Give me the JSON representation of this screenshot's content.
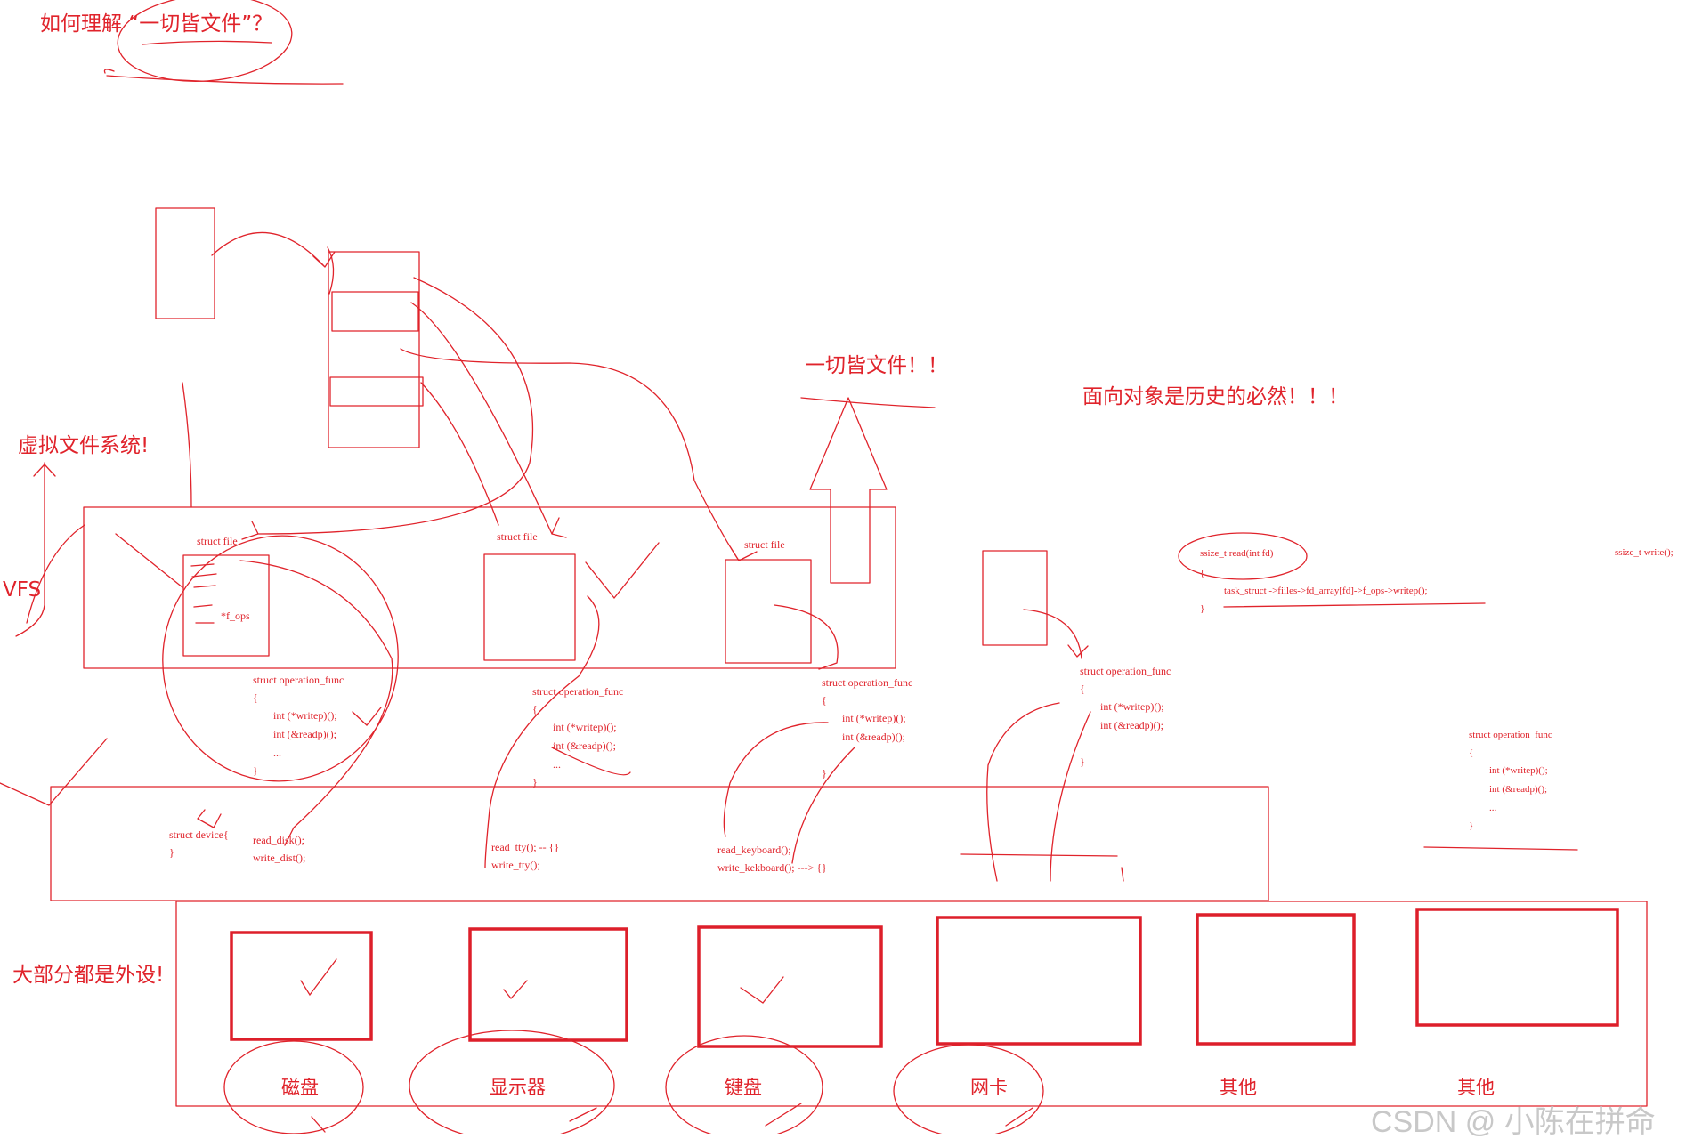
{
  "title": "如何理解 “一切皆文件”？",
  "labels": {
    "vfs_cn": "虚拟文件系统!",
    "vfs": "VFS",
    "everything_file": "一切皆文件！！",
    "oop": "面向对象是历史的必然！！！",
    "peripherals": "大部分都是外设!"
  },
  "struct_file": [
    "struct file",
    "struct file",
    "struct file"
  ],
  "f_ops": "*f_ops",
  "op_blocks": [
    {
      "head": "struct operation_func",
      "open": "{",
      "line1": "int (*writep)();",
      "line2": "int (&readp)();",
      "dots": "...",
      "close": "}"
    },
    {
      "head": "struct operation_func",
      "open": "{",
      "line1": "int (*writep)();",
      "line2": "int (&readp)();",
      "dots": "...",
      "close": "}"
    },
    {
      "head": "struct operation_func",
      "open": "{",
      "line1": "int (*writep)();",
      "line2": "int (&readp)();",
      "dots": "",
      "close": "}"
    },
    {
      "head": "struct operation_func",
      "open": "{",
      "line1": "int (*writep)();",
      "line2": "int (&readp)();",
      "dots": "",
      "close": "}"
    },
    {
      "head": "struct operation_func",
      "open": "{",
      "line1": "int (*writep)();",
      "line2": "int (&readp)();",
      "dots": "...",
      "close": "}"
    }
  ],
  "device_struct": {
    "head": "struct device{",
    "close": "}"
  },
  "drivers": [
    {
      "read": "read_disk();",
      "write": "write_dist();"
    },
    {
      "read": "read_tty(); -- {}",
      "write": "write_tty();"
    },
    {
      "read": "read_keyboard();",
      "write": "write_kekboard(); ---> {}"
    }
  ],
  "syscall": {
    "read_sig": "ssize_t read(int fd)",
    "open": "{",
    "body": "task_struct ->fiiles->fd_array[fd]->f_ops->writep();",
    "close": "}",
    "write_sig": "ssize_t write();"
  },
  "devices": [
    "磁盘",
    "显示器",
    "键盘",
    "网卡",
    "其他",
    "其他"
  ],
  "watermark": "CSDN @ 小陈在拼命",
  "colors": {
    "ink": "#e0232b",
    "box": "#dd1f2a",
    "watermark": "#c8c8c8"
  }
}
